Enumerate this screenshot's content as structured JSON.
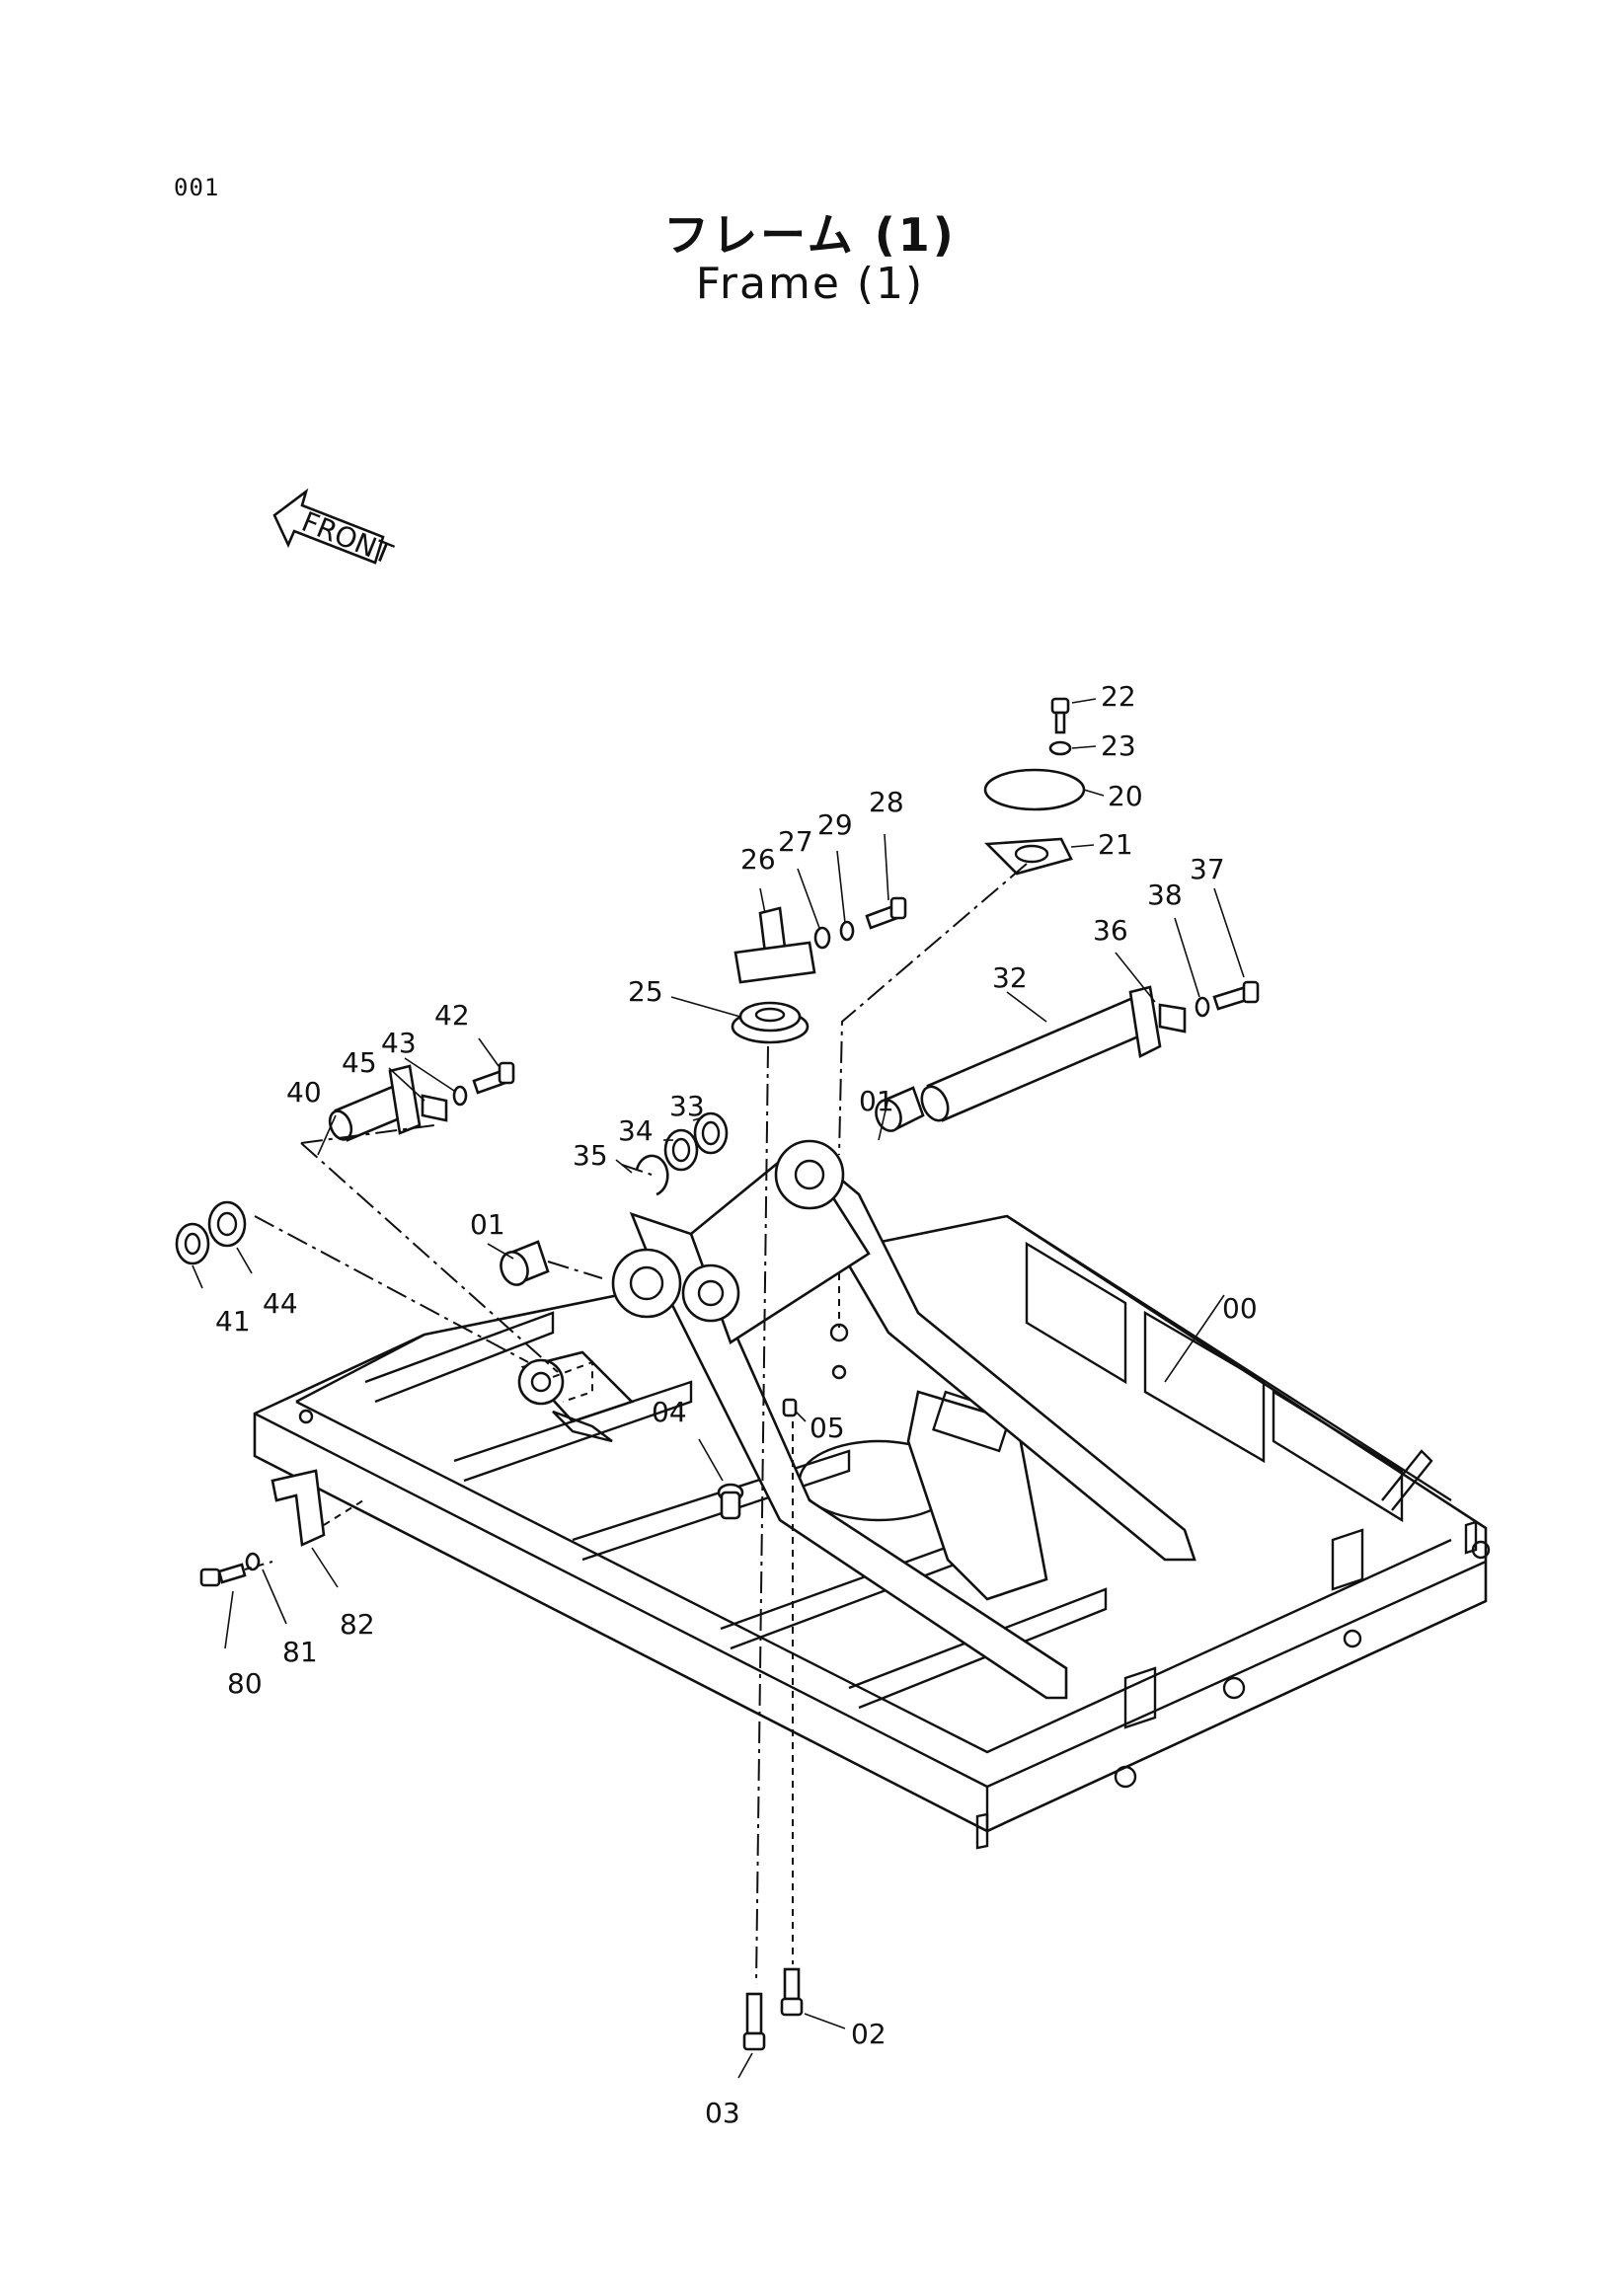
{
  "page_number": "001",
  "title_jp": "フレーム (1)",
  "title_en": "Frame (1)",
  "front_arrow_label": "FRONT",
  "part_labels": {
    "p00": "00",
    "p01a": "01",
    "p01b": "01",
    "p02": "02",
    "p03": "03",
    "p04": "04",
    "p05": "05",
    "p20": "20",
    "p21": "21",
    "p22": "22",
    "p23": "23",
    "p25": "25",
    "p26": "26",
    "p27": "27",
    "p28": "28",
    "p29": "29",
    "p32": "32",
    "p33": "33",
    "p34": "34",
    "p35": "35",
    "p36": "36",
    "p37": "37",
    "p38": "38",
    "p40": "40",
    "p41": "41",
    "p42": "42",
    "p43": "43",
    "p44": "44",
    "p45": "45",
    "p80": "80",
    "p81": "81",
    "p82": "82"
  }
}
